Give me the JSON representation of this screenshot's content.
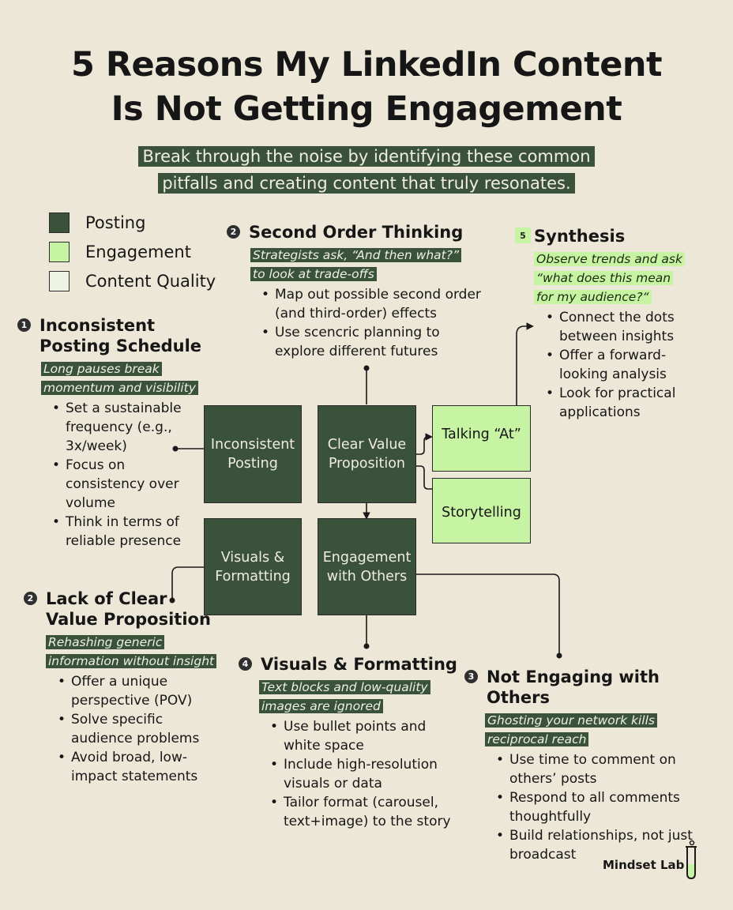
{
  "title": [
    "5 Reasons My LinkedIn Content",
    "Is Not Getting Engagement"
  ],
  "subtitle": [
    "Break through the noise by identifying these common",
    "pitfalls and creating content that truly resonates."
  ],
  "legend": [
    {
      "label": "Posting",
      "color": "#3b523a"
    },
    {
      "label": "Engagement",
      "color": "#c7f4a2"
    },
    {
      "label": "Content Quality",
      "color": "#eef3e4"
    }
  ],
  "sections": {
    "s1": {
      "num": "1",
      "title": [
        "Inconsistent",
        "Posting Schedule"
      ],
      "sub": [
        "Long pauses break",
        "momentum and visibility"
      ],
      "bullets": [
        [
          "Set a sustainable",
          "frequency (e.g.,",
          "3x/week)"
        ],
        [
          "Focus on",
          "consistency over",
          "volume"
        ],
        [
          "Think in terms of",
          "reliable presence"
        ]
      ]
    },
    "s2a": {
      "num": "2",
      "title": [
        "Second Order Thinking"
      ],
      "sub": [
        "Strategists ask, “And then what?”",
        "to look at trade-offs"
      ],
      "bullets": [
        [
          "Map out possible second order",
          "(and third-order) effects"
        ],
        [
          "Use scencric planning to",
          "explore different futures"
        ]
      ]
    },
    "s5": {
      "num": "5",
      "title": [
        "Synthesis"
      ],
      "sub": [
        "Observe trends and ask",
        "“what does this mean",
        "for my audience?“"
      ],
      "bullets": [
        [
          "Connect the dots",
          "between insights"
        ],
        [
          "Offer a forward-",
          "looking analysis"
        ],
        [
          "Look for practical",
          "applications"
        ]
      ]
    },
    "s2b": {
      "num": "2",
      "title": [
        "Lack of Clear",
        "Value Proposition"
      ],
      "sub": [
        "Rehashing generic",
        "information without insight"
      ],
      "bullets": [
        [
          "Offer a unique",
          "perspective (POV)"
        ],
        [
          "Solve specific",
          "audience problems"
        ],
        [
          "Avoid broad, low-",
          "impact statements"
        ]
      ]
    },
    "s4": {
      "num": "4",
      "title": [
        "Visuals & Formatting"
      ],
      "sub": [
        "Text blocks and low-quality",
        "images are ignored"
      ],
      "bullets": [
        [
          "Use bullet points and",
          "white space"
        ],
        [
          "Include high-resolution",
          "visuals or data"
        ],
        [
          "Tailor format (carousel,",
          "text+image) to the story"
        ]
      ]
    },
    "s3": {
      "num": "3",
      "title": [
        "Not Engaging with Others"
      ],
      "sub": [
        "Ghosting your network kills",
        "reciprocal reach"
      ],
      "bullets": [
        [
          "Use time to comment on",
          "others’ posts"
        ],
        [
          "Respond to all comments",
          "thoughtfully"
        ],
        [
          "Build relationships, not just",
          "broadcast"
        ]
      ]
    }
  },
  "boxes": {
    "inconsistent_posting": [
      "Inconsistent",
      "Posting"
    ],
    "clear_value": [
      "Clear Value",
      "Proposition"
    ],
    "talking_at": [
      "Talking “At”"
    ],
    "storytelling": [
      "Storytelling"
    ],
    "visuals": [
      "Visuals &",
      "Formatting"
    ],
    "engagement": [
      "Engagement",
      "with Others"
    ]
  },
  "brand": "Mindset Lab"
}
